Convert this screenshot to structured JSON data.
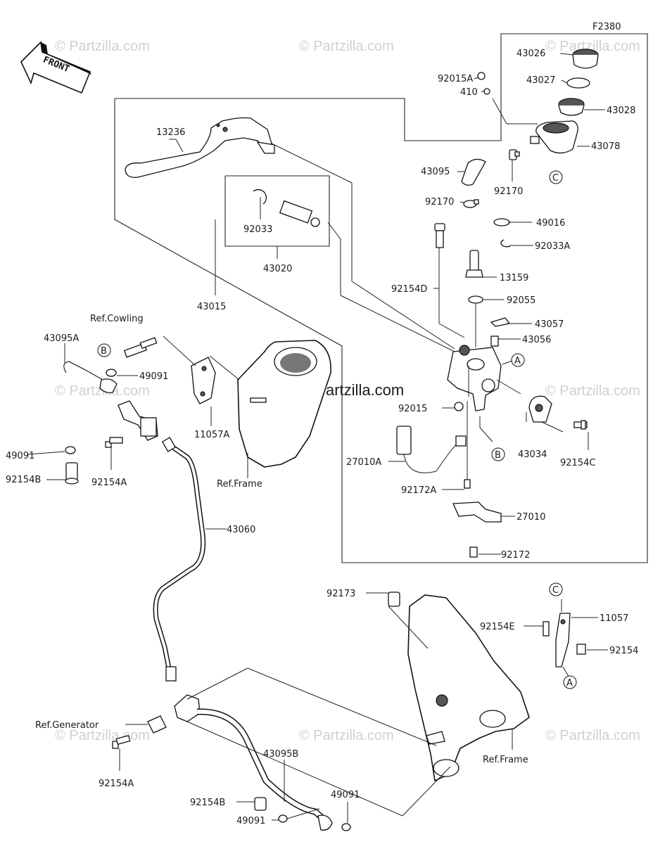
{
  "figure_code": "F2380",
  "front_label": "FRONT",
  "watermark": "© Partzilla.com",
  "watermark_main": "© Partzilla.com",
  "labels": {
    "l43026": "43026",
    "l43027": "43027",
    "l43028": "43028",
    "l43078": "43078",
    "l92015A": "92015A",
    "l410": "410",
    "l13236": "13236",
    "l43095": "43095",
    "l92170a": "92170",
    "l92170b": "92170",
    "l92033": "92033",
    "l43020": "43020",
    "l49016": "49016",
    "l92033A": "92033A",
    "l13159": "13159",
    "l43015": "43015",
    "l92154D": "92154D",
    "l92055": "92055",
    "l43057": "43057",
    "l43056": "43056",
    "refCowling": "Ref.Cowling",
    "l43095A": "43095A",
    "l49091a": "49091",
    "l49091b": "49091",
    "l92154B_a": "92154B",
    "l92154A_a": "92154A",
    "l11057A": "11057A",
    "refFrame1": "Ref.Frame",
    "l92015": "92015",
    "l27010A": "27010A",
    "l92172A": "92172A",
    "l27010": "27010",
    "l92172": "92172",
    "l43034": "43034",
    "l92154C": "92154C",
    "l43060": "43060",
    "l92173": "92173",
    "l11057": "11057",
    "l92154E": "92154E",
    "l92154": "92154",
    "refGenerator": "Ref.Generator",
    "l92154A_b": "92154A",
    "l43095B": "43095B",
    "l92154B_b": "92154B",
    "l49091c": "49091",
    "l49091d": "49091",
    "refFrame2": "Ref.Frame"
  },
  "callouts": {
    "A1": "A",
    "A2": "A",
    "B1": "B",
    "B2": "B",
    "C1": "C",
    "C2": "C"
  }
}
